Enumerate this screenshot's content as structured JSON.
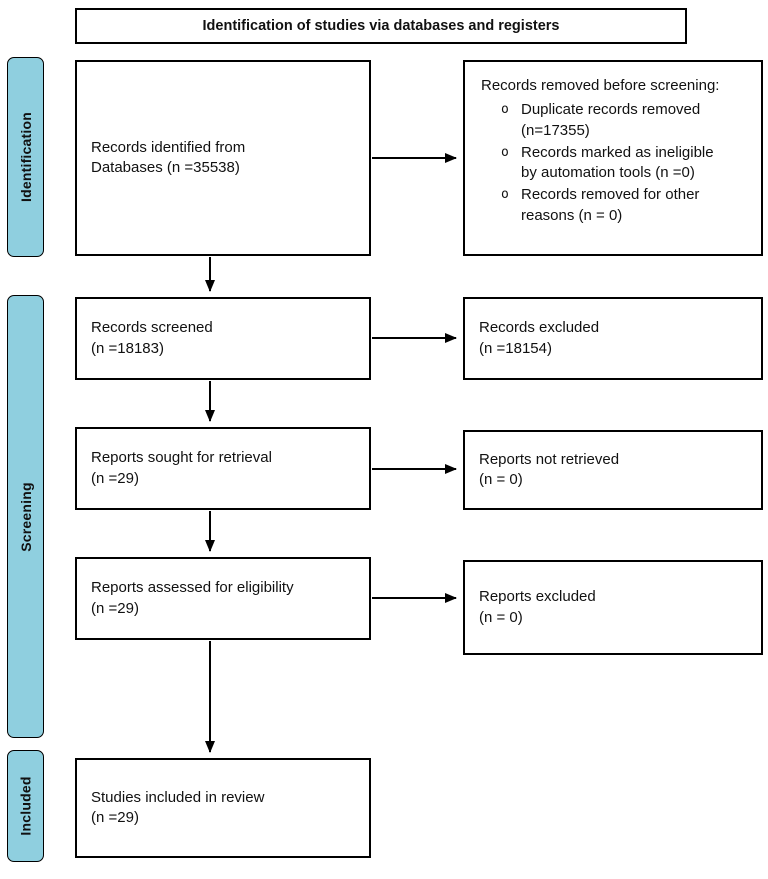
{
  "title": "Identification of studies via databases and registers",
  "colors": {
    "sidebar_fill": "#8fcfdf",
    "border": "#000000"
  },
  "bullet_glyph": "o",
  "stages": {
    "identification": "Identification",
    "screening": "Screening",
    "included": "Included"
  },
  "left_column": {
    "records_identified": "Records identified from\nDatabases (n =35538)",
    "records_screened": "Records screened\n(n =18183)",
    "reports_sought": "Reports sought for retrieval\n(n =29)",
    "reports_assessed": "Reports assessed for eligibility\n(n =29)",
    "studies_included": "Studies included in review\n(n =29)"
  },
  "right_column": {
    "records_removed_heading": "Records removed before screening:",
    "records_removed_items": [
      "Duplicate records removed\n(n=17355)",
      "Records marked as ineligible\nby automation tools (n =0)",
      "Records removed for other\nreasons (n = 0)"
    ],
    "records_excluded": "Records excluded\n(n =18154)",
    "reports_not_retrieved": "Reports not retrieved\n(n = 0)",
    "reports_excluded": "Reports excluded\n (n = 0)"
  }
}
